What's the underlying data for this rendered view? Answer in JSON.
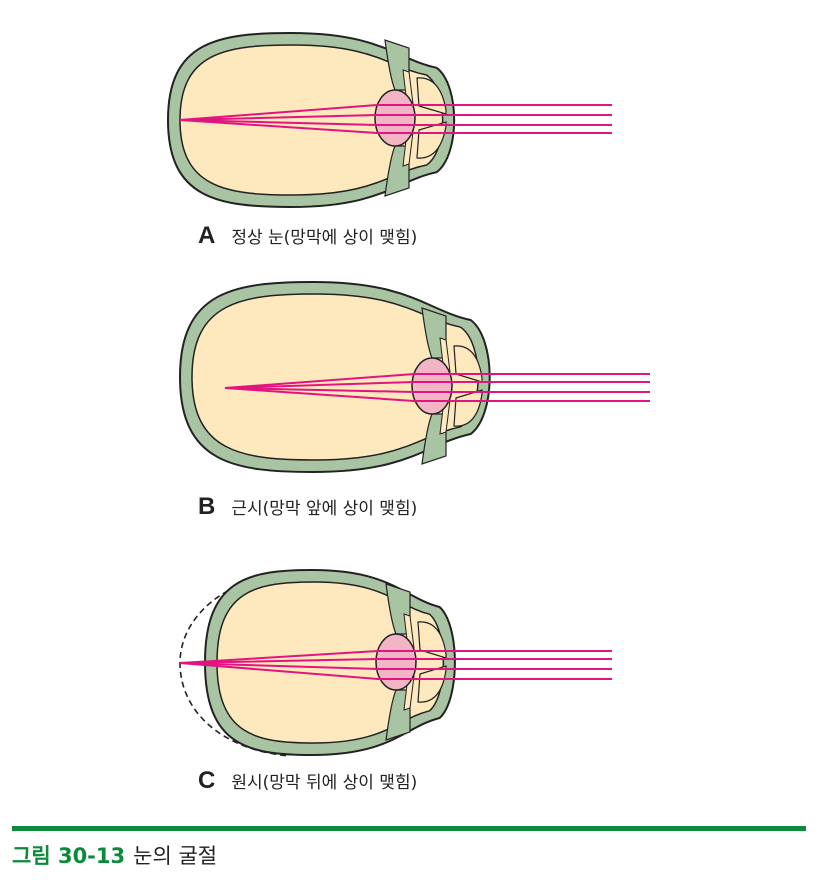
{
  "panels": [
    {
      "letter": "A",
      "text": "정상 눈(망막에 상이 맺힘)"
    },
    {
      "letter": "B",
      "text": "근시(망막 앞에 상이 맺힘)"
    },
    {
      "letter": "C",
      "text": "원시(망막 뒤에 상이 맺힘)"
    }
  ],
  "caption": {
    "number": "그림 30-13",
    "title": "눈의 굴절"
  },
  "colors": {
    "sclera": "#a8c4a2",
    "vitreous": "#fde9bd",
    "lens": "#f2b5c6",
    "ray": "#e0157f",
    "accent": "#0a8a3a"
  }
}
